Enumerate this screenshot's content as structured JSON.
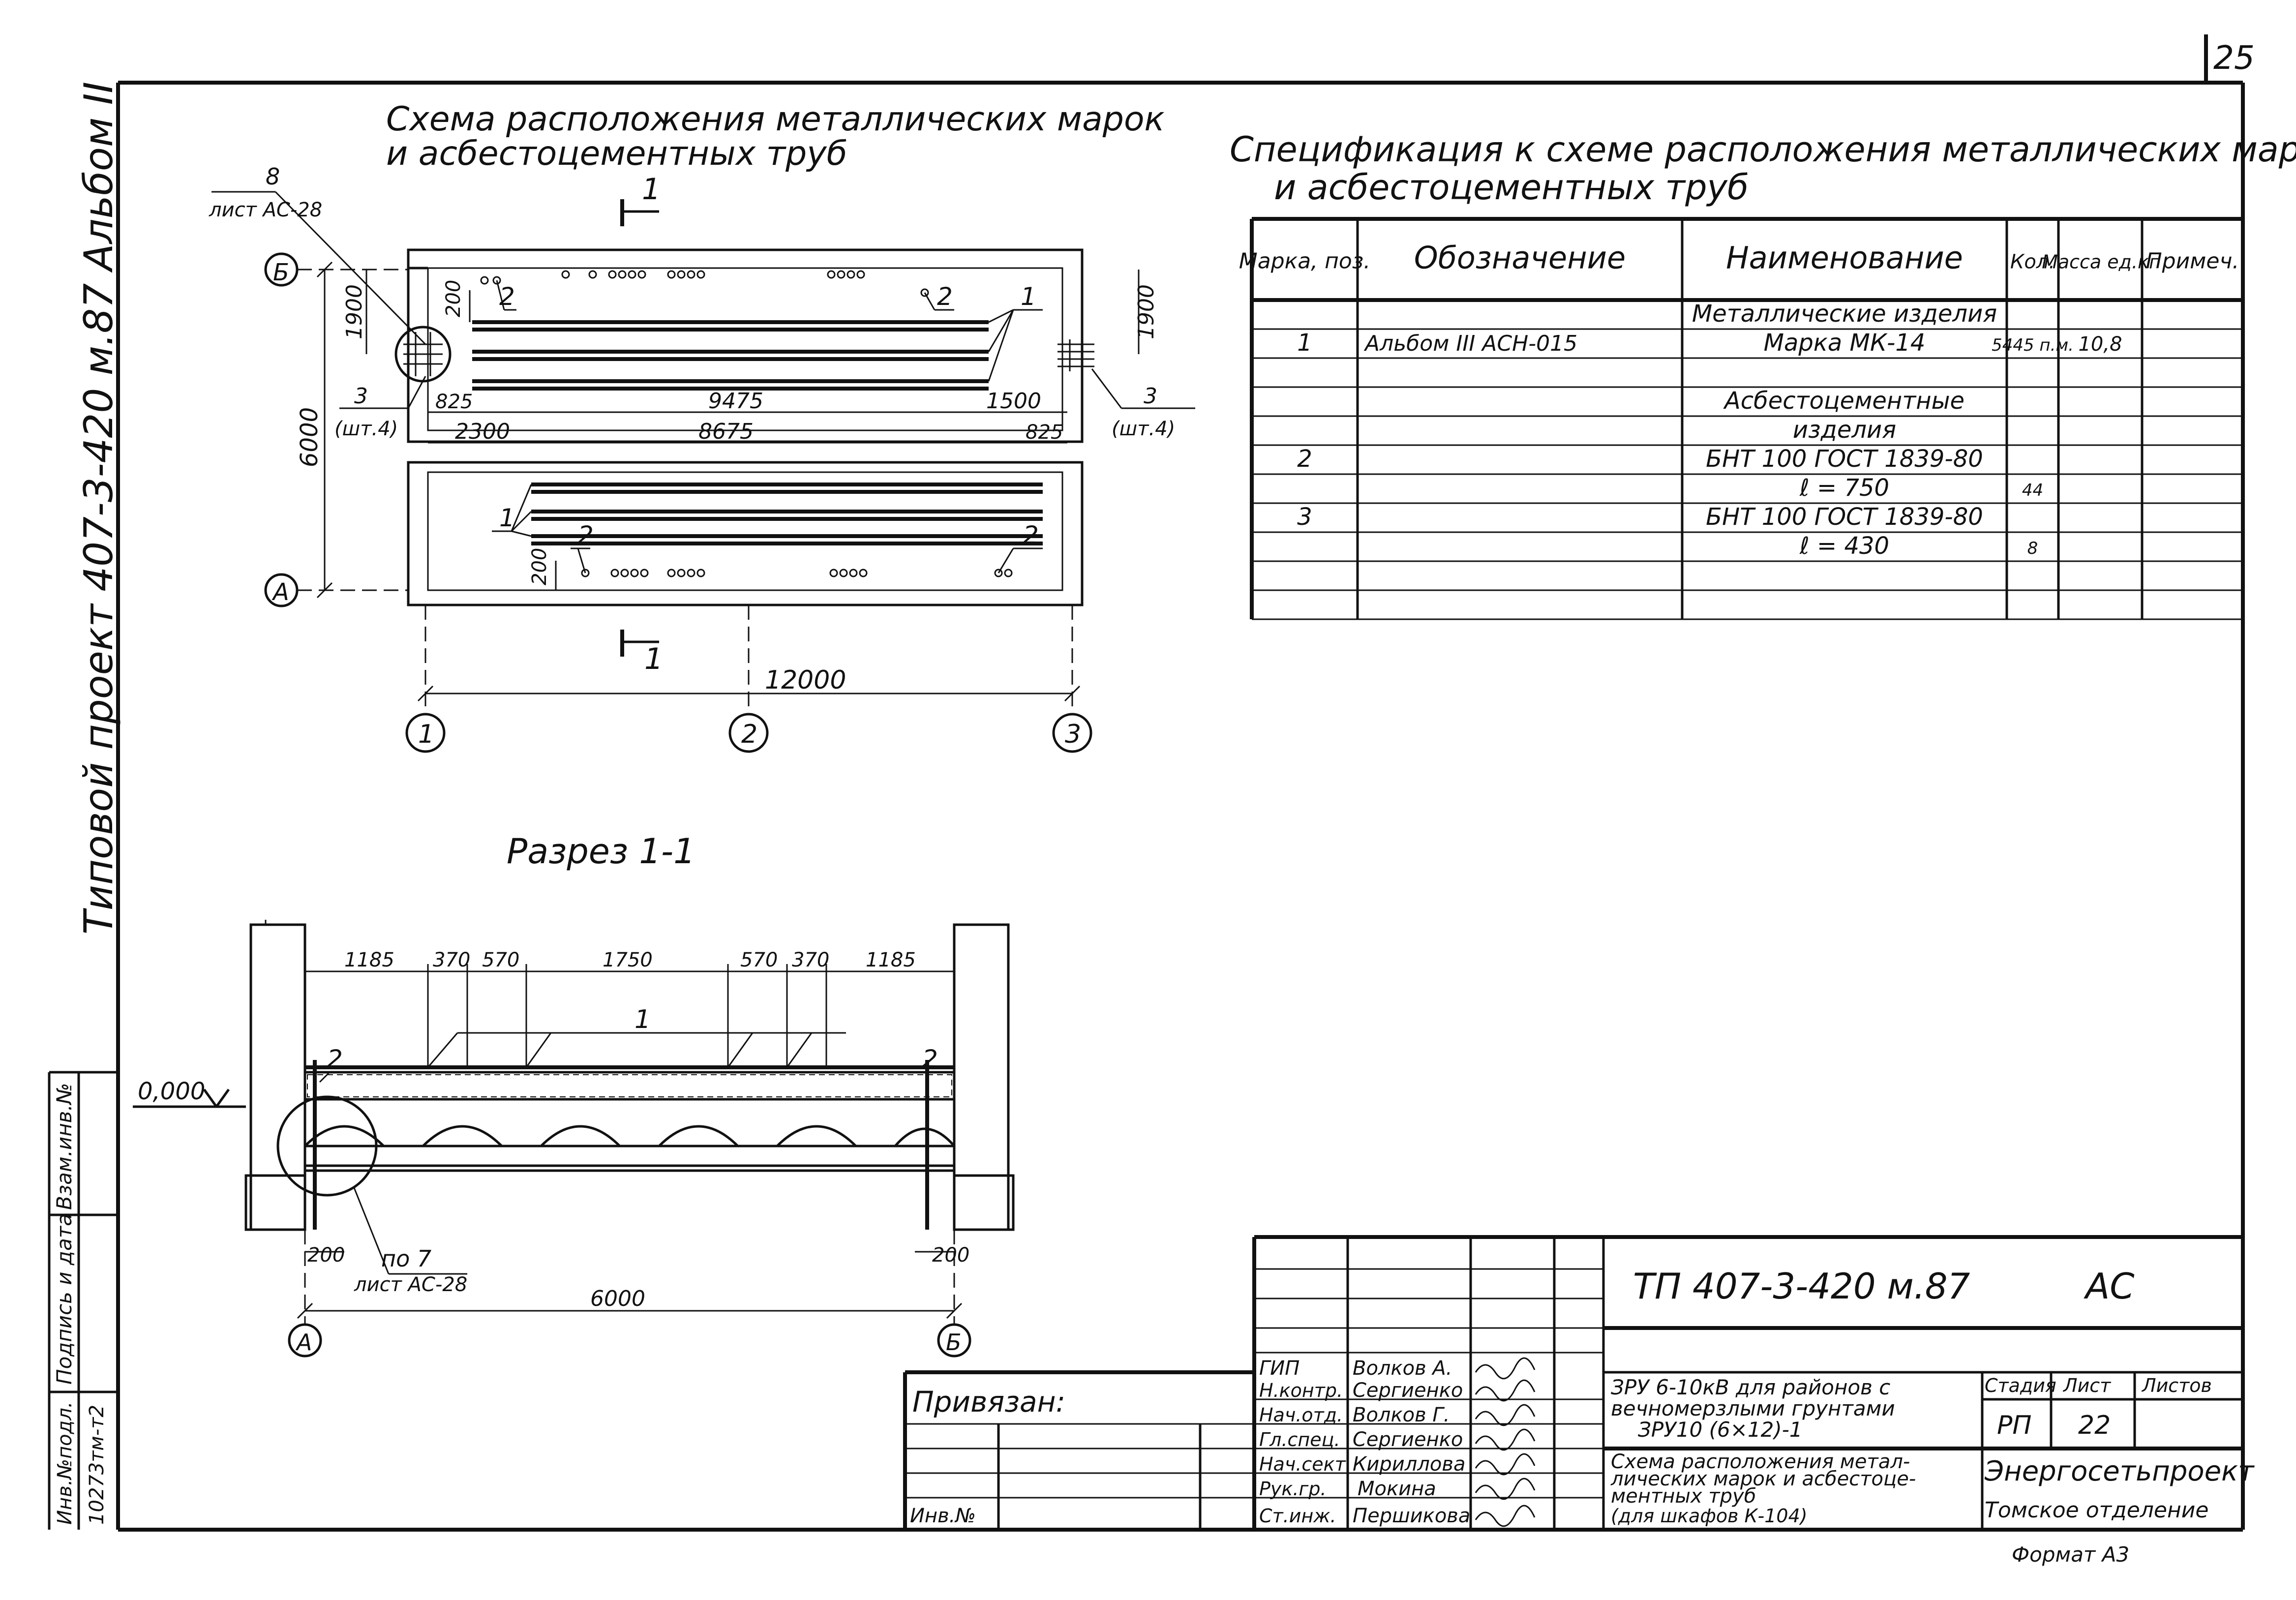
{
  "page_number": "25",
  "side_stamp": {
    "project": "Типовой проект   407-3-420 м.87   Альбом II",
    "inv_podl_label": "Инв.№подл.",
    "inv_podl_value": "10273тм-т2",
    "podpis_label": "Подпись и дата",
    "vzam_label": "Взам.инв.№"
  },
  "plan": {
    "title_line1": "Схема расположения металлических марок",
    "title_line2": "и асбестоцементных труб",
    "section_mark": "1",
    "axis_b": "Б",
    "axis_a": "А",
    "axis_1": "1",
    "axis_2": "2",
    "axis_3": "3",
    "dim_6000": "6000",
    "dim_12000": "12000",
    "dim_1900_left": "1900",
    "dim_1900_right": "1900",
    "dim_200_top": "200",
    "dim_200_bottom": "200",
    "dim_825_left": "825",
    "dim_9475": "9475",
    "dim_1500": "1500",
    "dim_2300": "2300",
    "dim_8675": "8675",
    "dim_825_right": "825",
    "callout_8": "8",
    "callout_sheet": "лист АС-28",
    "callout_3_left": "3",
    "callout_sht4_left": "(шт.4)",
    "callout_3_right": "3",
    "callout_sht4_right": "(шт.4)",
    "pos1": "1",
    "pos2": "2"
  },
  "section": {
    "title": "Разрез 1-1",
    "level": "0,000",
    "dims_top": [
      "1185",
      "370",
      "570",
      "1750",
      "570",
      "370",
      "1185"
    ],
    "dim_200_left": "200",
    "dim_200_right": "200",
    "dim_6000": "6000",
    "pos1": "1",
    "pos2_left": "2",
    "pos2_right": "2",
    "note_po7": "по 7",
    "note_sheet": "лист АС-28",
    "axis_a": "А",
    "axis_b": "Б"
  },
  "spec": {
    "title_line1": "Спецификация к схеме расположения металлических марок",
    "title_line2": "и асбестоцементных труб",
    "headers": [
      "Марка, поз.",
      "Обозначение",
      "Наименование",
      "Кол.",
      "Масса ед.кг",
      "Примеч."
    ],
    "rows": [
      {
        "pos": "",
        "oboz": "",
        "name": "Металлические изделия",
        "qty": "",
        "mass": "",
        "note": ""
      },
      {
        "pos": "1",
        "oboz": "Альбом III АСН-015",
        "name": "Марка   МК-14",
        "qty": "5445 п.м.",
        "mass": "10,8",
        "note": ""
      },
      {
        "pos": "",
        "oboz": "",
        "name": "",
        "qty": "",
        "mass": "",
        "note": ""
      },
      {
        "pos": "",
        "oboz": "",
        "name": "Асбестоцементные",
        "qty": "",
        "mass": "",
        "note": ""
      },
      {
        "pos": "",
        "oboz": "",
        "name": "изделия",
        "qty": "",
        "mass": "",
        "note": ""
      },
      {
        "pos": "2",
        "oboz": "",
        "name": "БНТ 100 ГОСТ 1839-80",
        "qty": "",
        "mass": "",
        "note": ""
      },
      {
        "pos": "",
        "oboz": "",
        "name": "ℓ = 750",
        "qty": "44",
        "mass": "",
        "note": ""
      },
      {
        "pos": "3",
        "oboz": "",
        "name": "БНТ 100 ГОСТ 1839-80",
        "qty": "",
        "mass": "",
        "note": ""
      },
      {
        "pos": "",
        "oboz": "",
        "name": "ℓ = 430",
        "qty": "8",
        "mass": "",
        "note": ""
      },
      {
        "pos": "",
        "oboz": "",
        "name": "",
        "qty": "",
        "mass": "",
        "note": ""
      },
      {
        "pos": "",
        "oboz": "",
        "name": "",
        "qty": "",
        "mass": "",
        "note": ""
      }
    ]
  },
  "title_block": {
    "code": "ТП   407-3-420 м.87",
    "section_code": "АС",
    "privyazan": "Привязан:",
    "inv_no": "Инв.№",
    "roles": [
      "ГИП",
      "Н.контр.",
      "Нач.отд.",
      "Гл.спец.",
      "Нач.сект.",
      "Рук.гр.",
      "Ст.инж."
    ],
    "names": [
      "Волков А.",
      "Сергиенко",
      "Волков Г.",
      "Сергиенко",
      "Кириллова",
      "Мокина",
      "Першикова"
    ],
    "object_line1": "ЗРУ 6-10кВ для районов с",
    "object_line2": "вечномерзлыми грунтами",
    "object_line3": "ЗРУ10 (6×12)-1",
    "drawing_line1": "Схема расположения метал-",
    "drawing_line2": "лических марок и асбестоце-",
    "drawing_line3": "ментных труб",
    "drawing_line4": "(для шкафов К-104)",
    "stage_label": "Стадия",
    "sheet_label": "Лист",
    "sheets_label": "Листов",
    "stage": "РП",
    "sheet": "22",
    "sheets": "",
    "org": "Энергосетьпроект",
    "org_sub": "Томское отделение",
    "format": "Формат А3"
  }
}
